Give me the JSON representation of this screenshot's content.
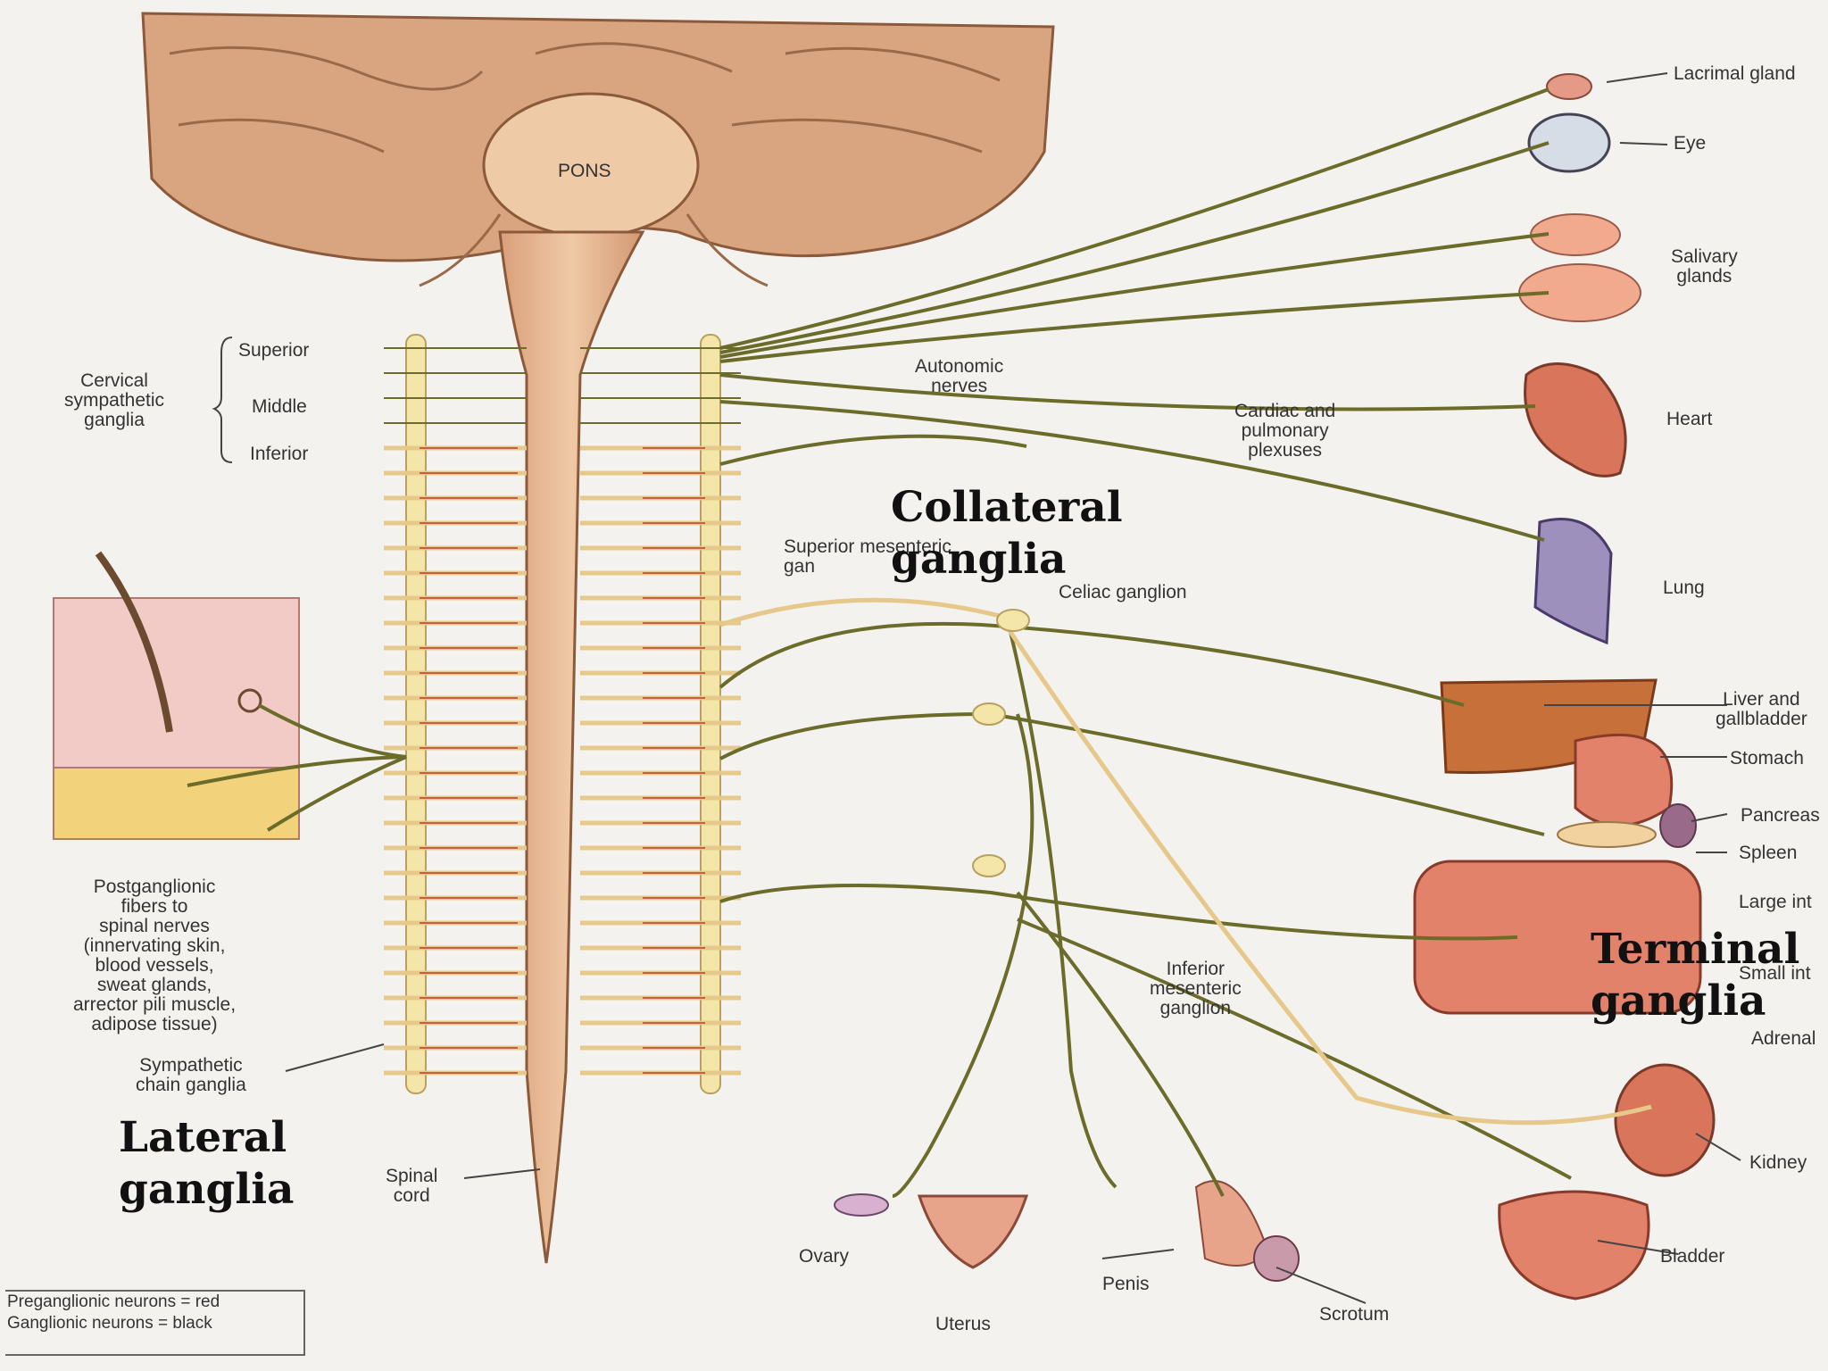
{
  "labels": {
    "pons": "PONS",
    "lacrimal": "Lacrimal gland",
    "eye": "Eye",
    "salivary": "Salivary\nglands",
    "heart": "Heart",
    "lung": "Lung",
    "liver": "Liver and\ngallbladder",
    "stomach": "Stomach",
    "pancreas": "Pancreas",
    "spleen": "Spleen",
    "large_int": "Large int",
    "small_int": "Small int",
    "adrenal": "Adrenal",
    "kidney": "Kidney",
    "bladder": "Bladder",
    "scrotum": "Scrotum",
    "penis": "Penis",
    "uterus": "Uterus",
    "ovary": "Ovary",
    "spinal_cord": "Spinal\ncord",
    "sympathetic_chain": "Sympathetic\nchain ganglia",
    "postganglionic": "Postganglionic\nfibers to\nspinal nerves\n(innervating skin,\nblood vessels,\nsweat glands,\narrector pili muscle,\nadipose tissue)",
    "cervical": "Cervical\nsympathetic\nganglia",
    "superior": "Superior",
    "middle": "Middle",
    "inferior": "Inferior",
    "autonomic": "Autonomic\nnerves",
    "cardiac": "Cardiac and\npulmonary\nplexuses",
    "sup_mesenteric": "Superior mesenteric\ngan",
    "celiac": "Celiac ganglion",
    "inf_mesenteric": "Inferior\nmesenteric\nganglion"
  },
  "overlays": {
    "collateral": "Collateral\nganglia",
    "terminal": "Terminal\nganglia",
    "lateral": "Lateral\nganglia"
  },
  "legend": {
    "line1": "Preganglionic neurons = red",
    "line2": "Ganglionic neurons = black"
  },
  "colors": {
    "nerve": "#6b6b2a",
    "preganglionic": "#c0392b",
    "chain": "#f3e6a8",
    "tissue": "#e8b48c",
    "organ": "#d9755a"
  }
}
